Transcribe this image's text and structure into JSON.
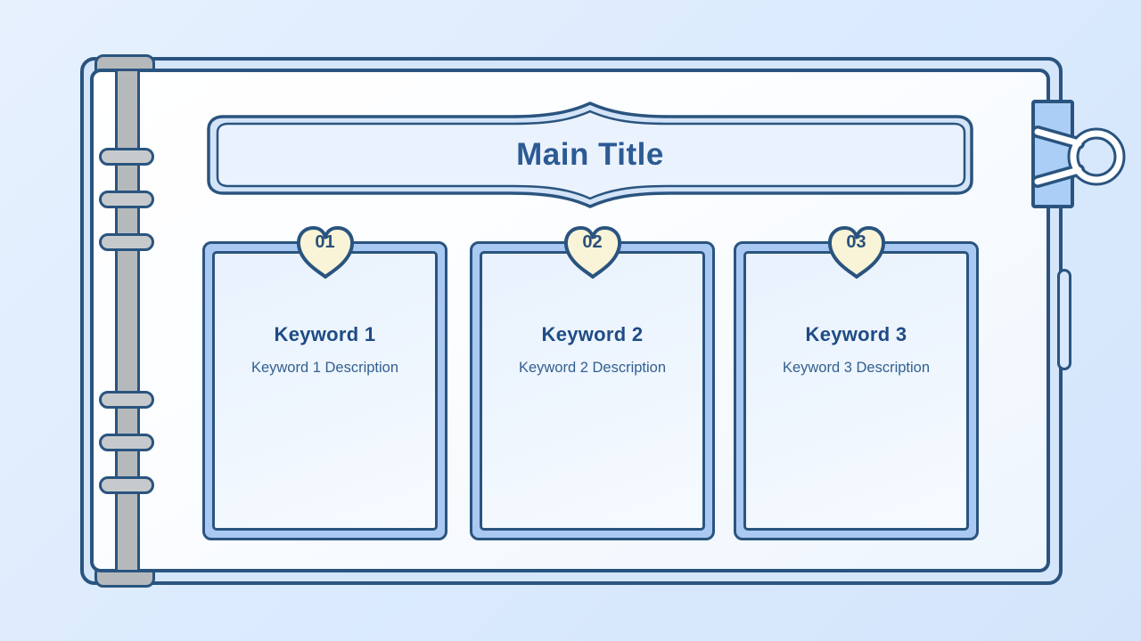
{
  "slide": {
    "main_title": "Main Title",
    "cards": [
      {
        "number": "01",
        "keyword": "Keyword 1",
        "description": "Keyword 1 Description"
      },
      {
        "number": "02",
        "keyword": "Keyword 2",
        "description": "Keyword 2 Description"
      },
      {
        "number": "03",
        "keyword": "Keyword 3",
        "description": "Keyword 3 Description"
      }
    ],
    "icons": {
      "heart_badge": "heart-badge-icon",
      "binder_rings": "binder-rings-icon",
      "binder_clip": "binder-clip-icon",
      "spine": "notebook-spine",
      "side_tab": "side-tab"
    },
    "colors": {
      "background": "#dcebfd",
      "outline_navy": "#2a547f",
      "title_text": "#2c5a94",
      "keyword_text": "#1f4b85",
      "description_text": "#33608f",
      "card_band": "#aac9f2",
      "card_fill": "#e9f2fd",
      "heart_fill": "#f9f4d7",
      "cover_fill": "#d5e6fb",
      "page_fill": "#fbfdff",
      "spine_gray": "#b6b9bc",
      "clip_fill": "#abcef6"
    }
  }
}
